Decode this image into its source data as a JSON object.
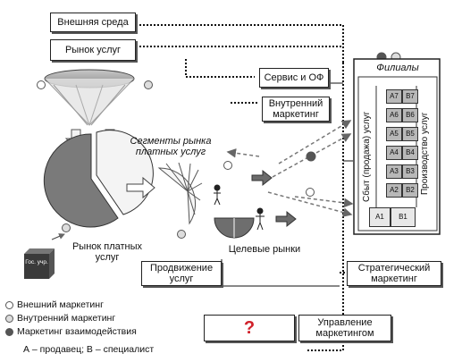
{
  "boxes": {
    "external_env": "Внешняя среда",
    "services_market": "Рынок услуг",
    "service_of": "Сервис и ОФ",
    "internal_marketing": "Внутренний маркетинг",
    "promotion": "Продвижение услуг",
    "strategic_marketing": "Стратегический маркетинг",
    "marketing_management": "Управление маркетингом",
    "question_mark": "?"
  },
  "labels": {
    "segments": "Сегменты рынка платных услуг",
    "paid_services_market": "Рынок платных услуг",
    "target_markets": "Целевые рынки",
    "gov_box": "Гос. учр."
  },
  "branches": {
    "title": "Филиалы",
    "sales_label": "Сбыт (продажа) услуг",
    "production_label": "Производство услуг",
    "rows": [
      [
        "A7",
        "B7"
      ],
      [
        "A6",
        "B6"
      ],
      [
        "A5",
        "B5"
      ],
      [
        "A4",
        "B4"
      ],
      [
        "A3",
        "B3"
      ],
      [
        "A2",
        "B2"
      ],
      [
        "A1",
        "B1"
      ]
    ]
  },
  "legend": {
    "external": "Внешний маркетинг",
    "internal": "Внутренний маркетинг",
    "interaction": "Маркетинг взаимодействия",
    "note": "А – продавец; В – специалист"
  },
  "colors": {
    "dark": "#555555",
    "light": "#dcdcdc",
    "accent_question": "#d0202a"
  }
}
